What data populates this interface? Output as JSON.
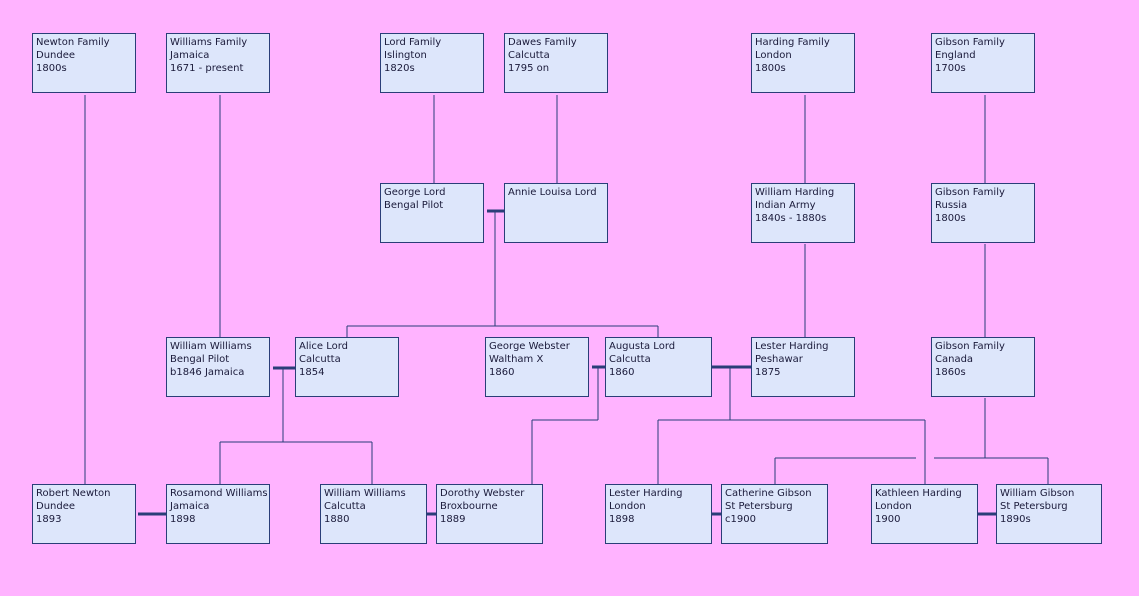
{
  "families": [
    {
      "id": "newton",
      "lines": [
        "Newton Family",
        "Dundee",
        "1800s"
      ]
    },
    {
      "id": "williams",
      "lines": [
        "Williams Family",
        "Jamaica",
        "1671 - present"
      ]
    },
    {
      "id": "lord",
      "lines": [
        "Lord Family",
        "Islington",
        "1820s"
      ]
    },
    {
      "id": "dawes",
      "lines": [
        "Dawes Family",
        "Calcutta",
        "1795 on"
      ]
    },
    {
      "id": "harding",
      "lines": [
        "Harding Family",
        "London",
        "1800s"
      ]
    },
    {
      "id": "gibson-england",
      "lines": [
        "Gibson Family",
        "England",
        "1700s"
      ]
    },
    {
      "id": "george-lord",
      "lines": [
        "George Lord",
        "Bengal Pilot"
      ]
    },
    {
      "id": "annie-louisa-lord",
      "lines": [
        "Annie Louisa Lord"
      ]
    },
    {
      "id": "william-harding",
      "lines": [
        "William Harding",
        "Indian Army",
        "1840s - 1880s"
      ]
    },
    {
      "id": "gibson-russia",
      "lines": [
        "Gibson Family",
        "Russia",
        "1800s"
      ]
    },
    {
      "id": "william-williams-sr",
      "lines": [
        "William Williams",
        "Bengal Pilot",
        "b1846 Jamaica"
      ]
    },
    {
      "id": "alice-lord",
      "lines": [
        "Alice Lord",
        "Calcutta",
        "1854"
      ]
    },
    {
      "id": "george-webster",
      "lines": [
        "George Webster",
        "Waltham X",
        "1860"
      ]
    },
    {
      "id": "augusta-lord",
      "lines": [
        "Augusta Lord",
        "Calcutta",
        "1860"
      ]
    },
    {
      "id": "lester-harding-sr",
      "lines": [
        "Lester Harding",
        "Peshawar",
        "1875"
      ]
    },
    {
      "id": "gibson-canada",
      "lines": [
        "Gibson Family",
        "Canada",
        "1860s"
      ]
    },
    {
      "id": "robert-newton",
      "lines": [
        "Robert Newton",
        "Dundee",
        "1893"
      ]
    },
    {
      "id": "rosamond-williams",
      "lines": [
        "Rosamond Williams",
        "Jamaica",
        "1898"
      ]
    },
    {
      "id": "william-williams-jr",
      "lines": [
        "William Williams",
        "Calcutta",
        "1880"
      ]
    },
    {
      "id": "dorothy-webster",
      "lines": [
        "Dorothy Webster",
        "Broxbourne",
        "1889"
      ]
    },
    {
      "id": "lester-harding-jr",
      "lines": [
        "Lester Harding",
        "London",
        "1898"
      ]
    },
    {
      "id": "catherine-gibson",
      "lines": [
        "Catherine Gibson",
        "St Petersburg",
        "c1900"
      ]
    },
    {
      "id": "kathleen-harding",
      "lines": [
        "Kathleen Harding",
        "London",
        "1900"
      ]
    },
    {
      "id": "william-gibson",
      "lines": [
        "William Gibson",
        "St Petersburg",
        "1890s"
      ]
    }
  ],
  "colors": {
    "background": "#ffb3ff",
    "box_fill": "#dde6fb",
    "box_border": "#2a3e78",
    "line": "#2a3e78"
  }
}
